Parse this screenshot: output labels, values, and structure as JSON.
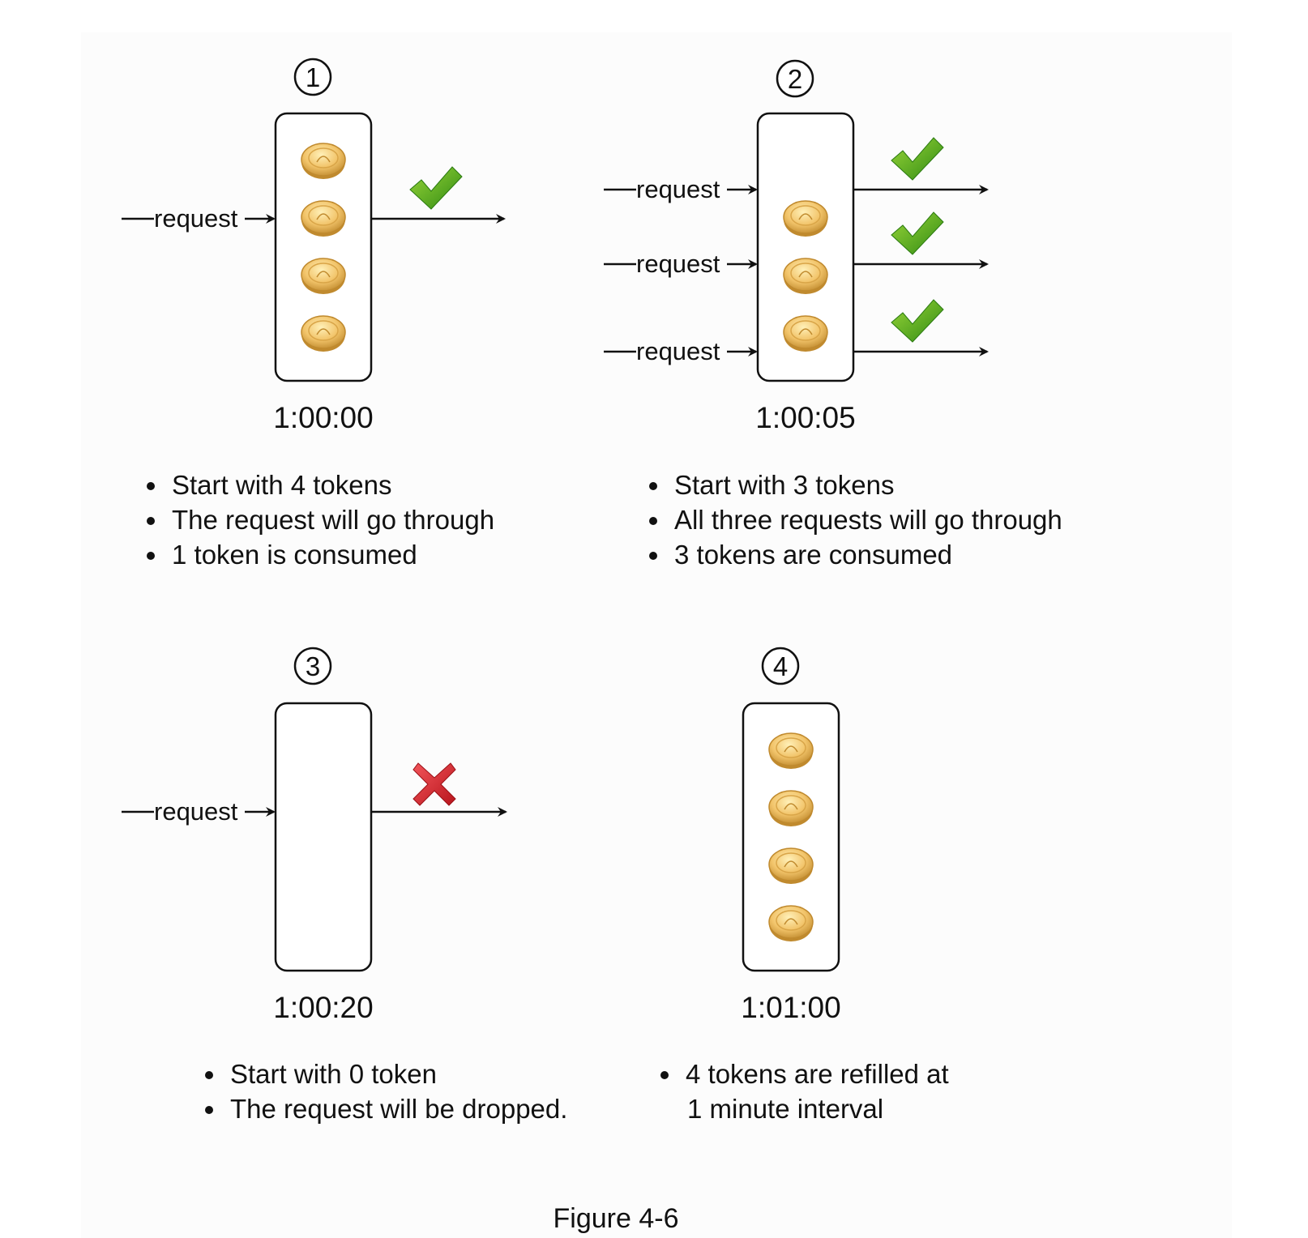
{
  "figure_caption": "Figure 4-6",
  "colors": {
    "coin_fill": "#f2c46a",
    "coin_edge": "#c08a2e",
    "check": "#4caa1e",
    "cross": "#d8232a"
  },
  "icons": {
    "token": "coin-icon",
    "allowed": "check-icon",
    "dropped": "cross-icon"
  },
  "panels": [
    {
      "step": "1",
      "time": "1:00:00",
      "tokens": 4,
      "requests": [
        {
          "label": "request",
          "outcome": "allowed"
        }
      ],
      "notes": [
        "Start with 4 tokens",
        "The request will go through",
        "1 token is consumed"
      ]
    },
    {
      "step": "2",
      "time": "1:00:05",
      "tokens": 3,
      "requests": [
        {
          "label": "request",
          "outcome": "allowed"
        },
        {
          "label": "request",
          "outcome": "allowed"
        },
        {
          "label": "request",
          "outcome": "allowed"
        }
      ],
      "notes": [
        "Start with 3 tokens",
        "All three requests will go through",
        "3 tokens are consumed"
      ]
    },
    {
      "step": "3",
      "time": "1:00:20",
      "tokens": 0,
      "requests": [
        {
          "label": "request",
          "outcome": "dropped"
        }
      ],
      "notes": [
        "Start with 0 token",
        "The request will be dropped."
      ]
    },
    {
      "step": "4",
      "time": "1:01:00",
      "tokens": 4,
      "requests": [],
      "notes": [
        "4 tokens are refilled at",
        "1 minute interval"
      ]
    }
  ]
}
